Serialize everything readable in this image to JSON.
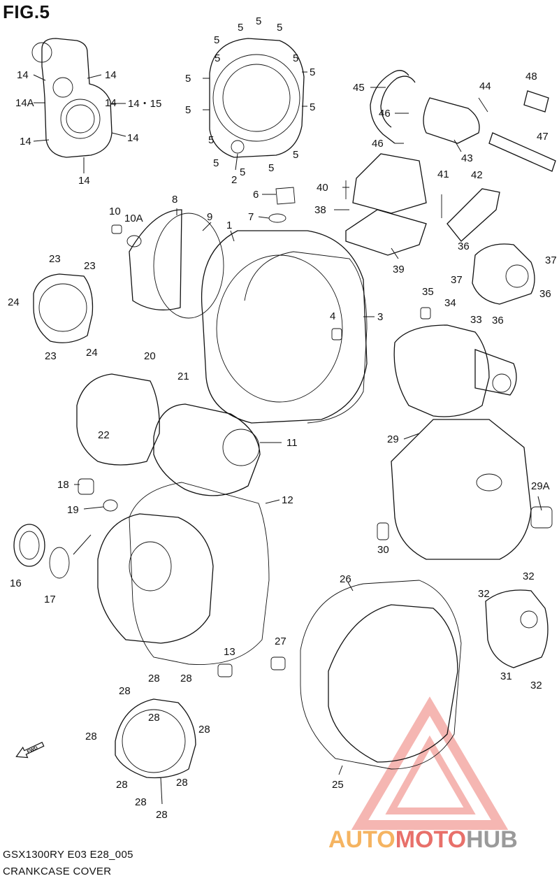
{
  "figure": {
    "title": "FIG.5"
  },
  "footer": {
    "model_code": "GSX1300RY E03 E28_005",
    "section_name": "CRANKCASE COVER"
  },
  "direction_marker": {
    "text": "FWD"
  },
  "watermark": {
    "part1": "AUTO",
    "part2": "MOTO",
    "part3": "HUB",
    "color_orange": "#f5b461",
    "color_red": "#e8706a",
    "color_gray": "#9a9a9a"
  },
  "part_labels": [
    "14",
    "14",
    "14",
    "14A",
    "14・15",
    "14",
    "14",
    "14",
    "5",
    "5",
    "5",
    "5",
    "5",
    "5",
    "5",
    "5",
    "5",
    "5",
    "5",
    "5",
    "5",
    "5",
    "5",
    "2",
    "45",
    "46",
    "46",
    "44",
    "48",
    "47",
    "43",
    "42",
    "41",
    "40",
    "38",
    "39",
    "6",
    "7",
    "8",
    "9",
    "1",
    "10",
    "10A",
    "3",
    "4",
    "23",
    "23",
    "24",
    "24",
    "23",
    "36",
    "37",
    "37",
    "36",
    "36",
    "35",
    "34",
    "33",
    "20",
    "21",
    "22",
    "11",
    "18",
    "19",
    "12",
    "16",
    "17",
    "29",
    "29A",
    "30",
    "26",
    "32",
    "32",
    "31",
    "32",
    "27",
    "13",
    "28",
    "28",
    "28",
    "28",
    "28",
    "28",
    "28",
    "28",
    "28",
    "28",
    "25"
  ]
}
